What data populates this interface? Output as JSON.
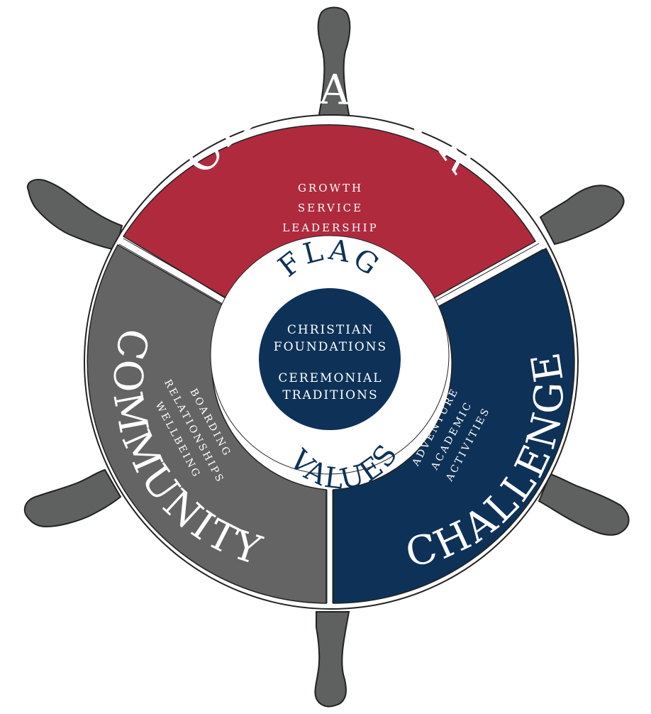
{
  "colors": {
    "character": "#b02a3e",
    "challenge": "#0e3157",
    "community": "#646464",
    "handle": "#5f6060",
    "outline": "#222222",
    "center": "#0e3157",
    "ring": "#ffffff",
    "text_light": "#ffffff",
    "text_dark": "#0e3157"
  },
  "segments": {
    "character": {
      "title": "CHARACTER",
      "items": [
        "GROWTH",
        "SERVICE",
        "LEADERSHIP"
      ]
    },
    "challenge": {
      "title": "CHALLENGE",
      "items": [
        "ADVENTURE",
        "ACADEMIC",
        "ACTIVITIES"
      ]
    },
    "community": {
      "title": "COMMUNITY",
      "items": [
        "BOARDING",
        "RELATIONSHIPS",
        "WELLBEING"
      ]
    }
  },
  "ring": {
    "top": "FLAG",
    "bottom": "VALUES"
  },
  "center": {
    "line1": "CHRISTIAN",
    "line2": "FOUNDATIONS",
    "line3": "CEREMONIAL",
    "line4": "TRADITIONS"
  }
}
